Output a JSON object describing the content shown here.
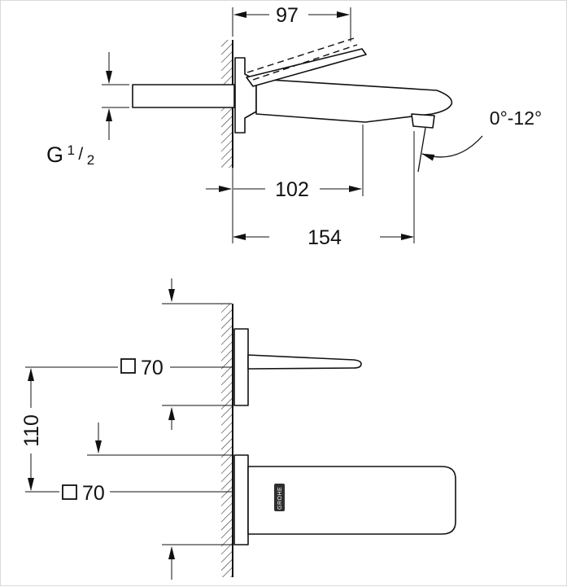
{
  "top_view": {
    "dim_97": "97",
    "dim_102": "102",
    "dim_154": "154",
    "angle_range": "0°-12°",
    "thread_g": "G",
    "thread_num": "1",
    "thread_slash": "/",
    "thread_den": "2"
  },
  "bottom_view": {
    "square_dim_top": "70",
    "square_dim_bottom": "70",
    "dim_110": "110",
    "logo": "GROHE"
  },
  "colors": {
    "line": "#111111",
    "background": "#ffffff",
    "logo_fill": "#2f2f2f"
  }
}
